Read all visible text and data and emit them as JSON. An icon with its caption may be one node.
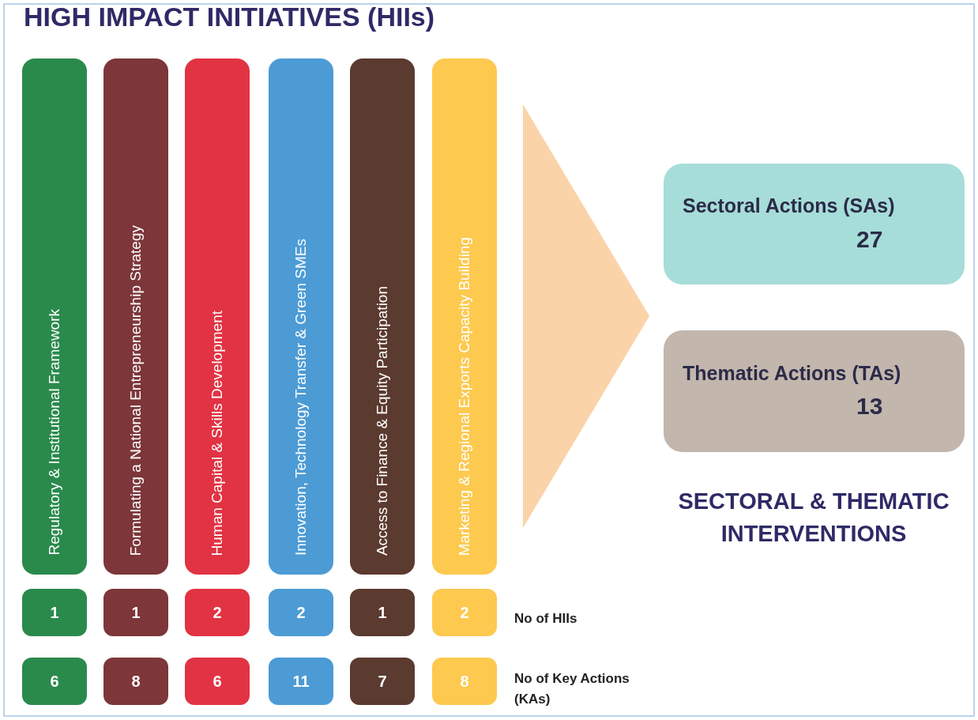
{
  "diagram": {
    "title": "HIGH IMPACT INITIATIVES (HIIs)",
    "nodes": [
      {
        "text": [
          "Regulatory & Institutional Framework"
        ]
      },
      {
        "text": [
          "Formulating a National Entrepreneurship Strategy"
        ]
      },
      {
        "text": [
          "Human Capital & Skills Development"
        ]
      },
      {
        "text": [
          "Innovation, Technology Transfer & Green SMEs"
        ]
      },
      {
        "text": [
          "Access to Finance & Equity Participation"
        ]
      },
      {
        "text": [
          "Marketing & Regional Exports Capacity Building"
        ]
      },
      {
        "text": [],
        "shape": "triangle"
      },
      {
        "text": [
          "Sectoral Actions (SAs)",
          "27"
        ]
      },
      {
        "text": [
          "Thematic Actions (TAs)",
          "13"
        ]
      },
      {
        "text": [
          "1"
        ]
      },
      {
        "text": [
          "1"
        ]
      },
      {
        "text": [
          "2"
        ]
      },
      {
        "text": [
          "2"
        ]
      },
      {
        "text": [
          "1"
        ]
      },
      {
        "text": [
          "2"
        ]
      },
      {
        "text": [
          "6"
        ]
      },
      {
        "text": [
          "8"
        ]
      },
      {
        "text": [
          "6"
        ]
      },
      {
        "text": [
          "11"
        ]
      },
      {
        "text": [
          "7"
        ]
      },
      {
        "text": [
          "8"
        ]
      }
    ],
    "labels": [
      "No of HIIs",
      "No of Key Actions (KAs)",
      "SECTORAL & THEMATIC INTERVENTIONS"
    ]
  }
}
